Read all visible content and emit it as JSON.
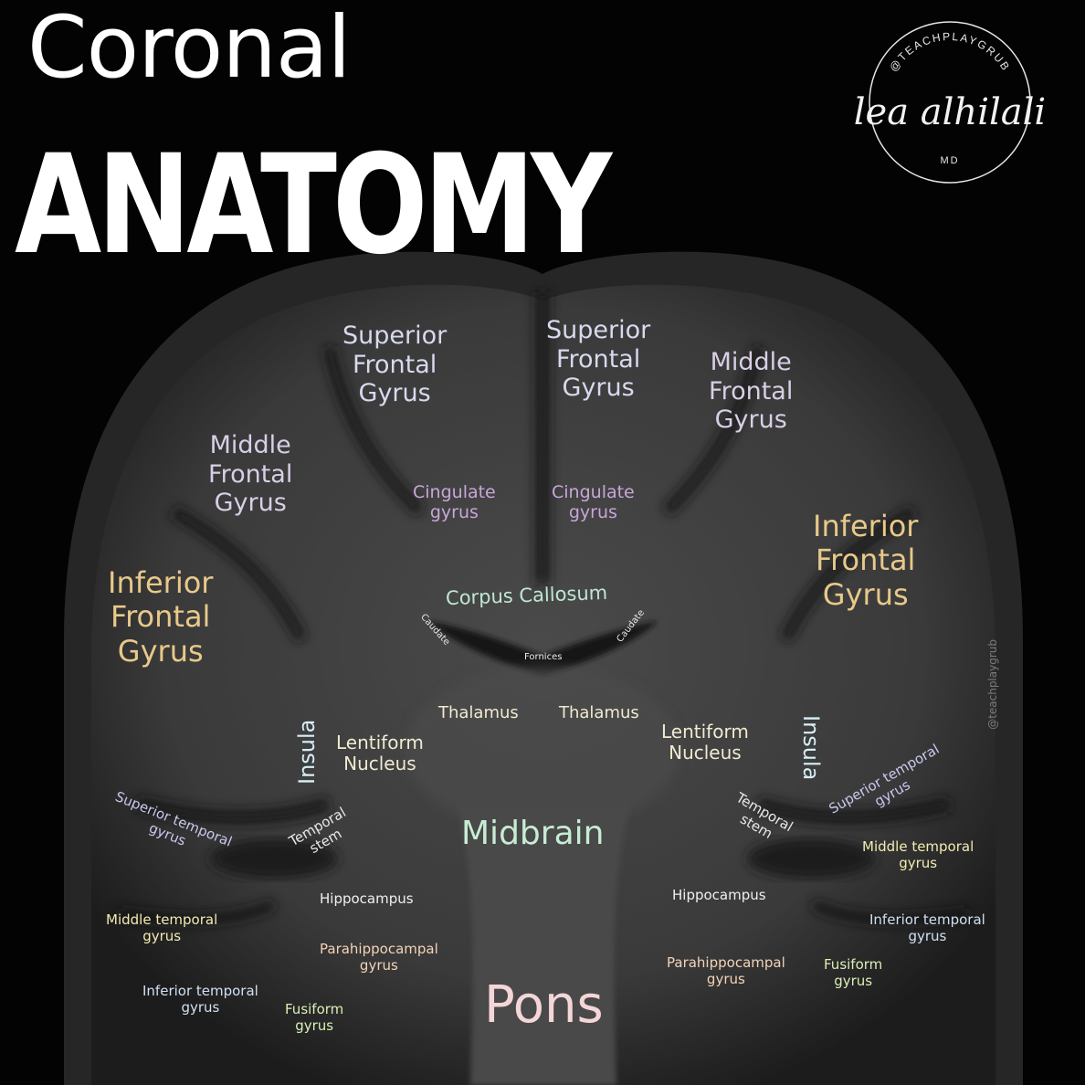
{
  "title": {
    "line1": "Coronal",
    "line2": "ANATOMY"
  },
  "logo": {
    "arc_text": "@TEACHPLAYGRUB",
    "signature": "lea alhilali",
    "suffix": "MD"
  },
  "watermark": "@teachplaygrub",
  "colors": {
    "background": "#030303",
    "title": "#ffffff",
    "frontal_superior": "#d7d9ee",
    "middle_frontal": "#d8cfe6",
    "inferior_frontal": "#e8c98a",
    "cingulate": "#c7a6d8",
    "corpus_callosum": "#bfe6d3",
    "deep_nuclei": "#f0ead0",
    "insula": "#d6eef5",
    "midbrain": "#c7ecd4",
    "pons": "#f4d6d8",
    "superior_temporal": "#c9c9ef",
    "middle_temporal": "#f2ecb2",
    "inferior_temporal": "#cfe0f2",
    "fusiform": "#d9f0b6",
    "hippocampus": "#f0f0f0",
    "parahippocampal": "#f4d3b8"
  },
  "labels": {
    "superior_frontal_left": {
      "l1": "Superior",
      "l2": "Frontal",
      "l3": "Gyrus"
    },
    "superior_frontal_right": {
      "l1": "Superior",
      "l2": "Frontal",
      "l3": "Gyrus"
    },
    "middle_frontal_left": {
      "l1": "Middle",
      "l2": "Frontal",
      "l3": "Gyrus"
    },
    "middle_frontal_right": {
      "l1": "Middle",
      "l2": "Frontal",
      "l3": "Gyrus"
    },
    "inferior_frontal_left": {
      "l1": "Inferior",
      "l2": "Frontal",
      "l3": "Gyrus"
    },
    "inferior_frontal_right": {
      "l1": "Inferior",
      "l2": "Frontal",
      "l3": "Gyrus"
    },
    "cingulate_left": {
      "l1": "Cingulate",
      "l2": "gyrus"
    },
    "cingulate_right": {
      "l1": "Cingulate",
      "l2": "gyrus"
    },
    "corpus_callosum": "Corpus Callosum",
    "caudate_left": "Caudate",
    "caudate_right": "Caudate",
    "fornices": "Fornices",
    "thalamus_left": "Thalamus",
    "thalamus_right": "Thalamus",
    "lentiform_left": {
      "l1": "Lentiform",
      "l2": "Nucleus"
    },
    "lentiform_right": {
      "l1": "Lentiform",
      "l2": "Nucleus"
    },
    "insula_left": "Insula",
    "insula_right": "Insula",
    "superior_temporal_left": {
      "l1": "Superior temporal",
      "l2": "gyrus"
    },
    "superior_temporal_right": {
      "l1": "Superior temporal",
      "l2": "gyrus"
    },
    "temporal_stem_left": {
      "l1": "Temporal",
      "l2": "stem"
    },
    "temporal_stem_right": {
      "l1": "Temporal",
      "l2": "stem"
    },
    "midbrain": "Midbrain",
    "hippocampus_left": "Hippocampus",
    "hippocampus_right": "Hippocampus",
    "middle_temporal_left": {
      "l1": "Middle temporal",
      "l2": "gyrus"
    },
    "middle_temporal_right": {
      "l1": "Middle temporal",
      "l2": "gyrus"
    },
    "parahippocampal_left": {
      "l1": "Parahippocampal",
      "l2": "gyrus"
    },
    "parahippocampal_right": {
      "l1": "Parahippocampal",
      "l2": "gyrus"
    },
    "inferior_temporal_left": {
      "l1": "Inferior temporal",
      "l2": "gyrus"
    },
    "inferior_temporal_right": {
      "l1": "Inferior temporal",
      "l2": "gyrus"
    },
    "fusiform_left": {
      "l1": "Fusiform",
      "l2": "gyrus"
    },
    "fusiform_right": {
      "l1": "Fusiform",
      "l2": "gyrus"
    },
    "pons": "Pons"
  }
}
